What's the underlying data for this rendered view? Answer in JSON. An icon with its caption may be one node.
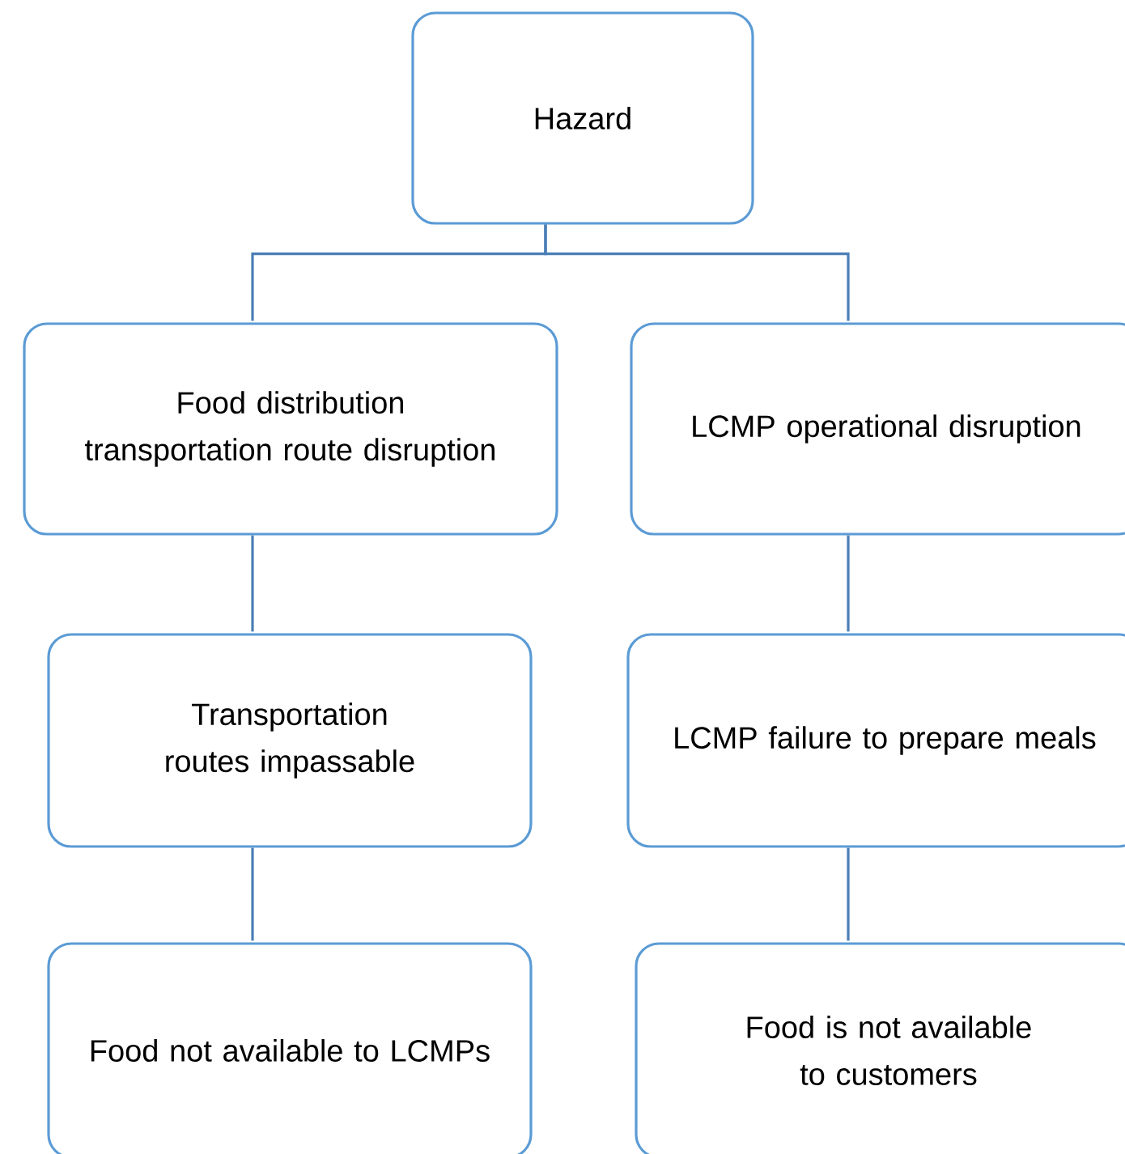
{
  "diagram": {
    "nodes": [
      {
        "text": [
          "Hazard"
        ]
      },
      {
        "text": [
          "Food distribution transportation route disruption"
        ]
      },
      {
        "text": [
          "LCMP operational disruption"
        ]
      },
      {
        "text": [
          "Transportation routes impassable"
        ]
      },
      {
        "text": [
          "LCMP failure to prepare meals"
        ]
      },
      {
        "text": [
          "Food not available to LCMPs"
        ]
      },
      {
        "text": [
          "Food is not available to customers"
        ]
      }
    ],
    "edges": [
      {
        "from": 0,
        "to": 1,
        "arrow": "none"
      },
      {
        "from": 0,
        "to": 2,
        "arrow": "none"
      },
      {
        "from": 1,
        "to": 3,
        "arrow": "none"
      },
      {
        "from": 2,
        "to": 4,
        "arrow": "none"
      },
      {
        "from": 3,
        "to": 5,
        "arrow": "none"
      },
      {
        "from": 4,
        "to": 6,
        "arrow": "none"
      }
    ]
  }
}
